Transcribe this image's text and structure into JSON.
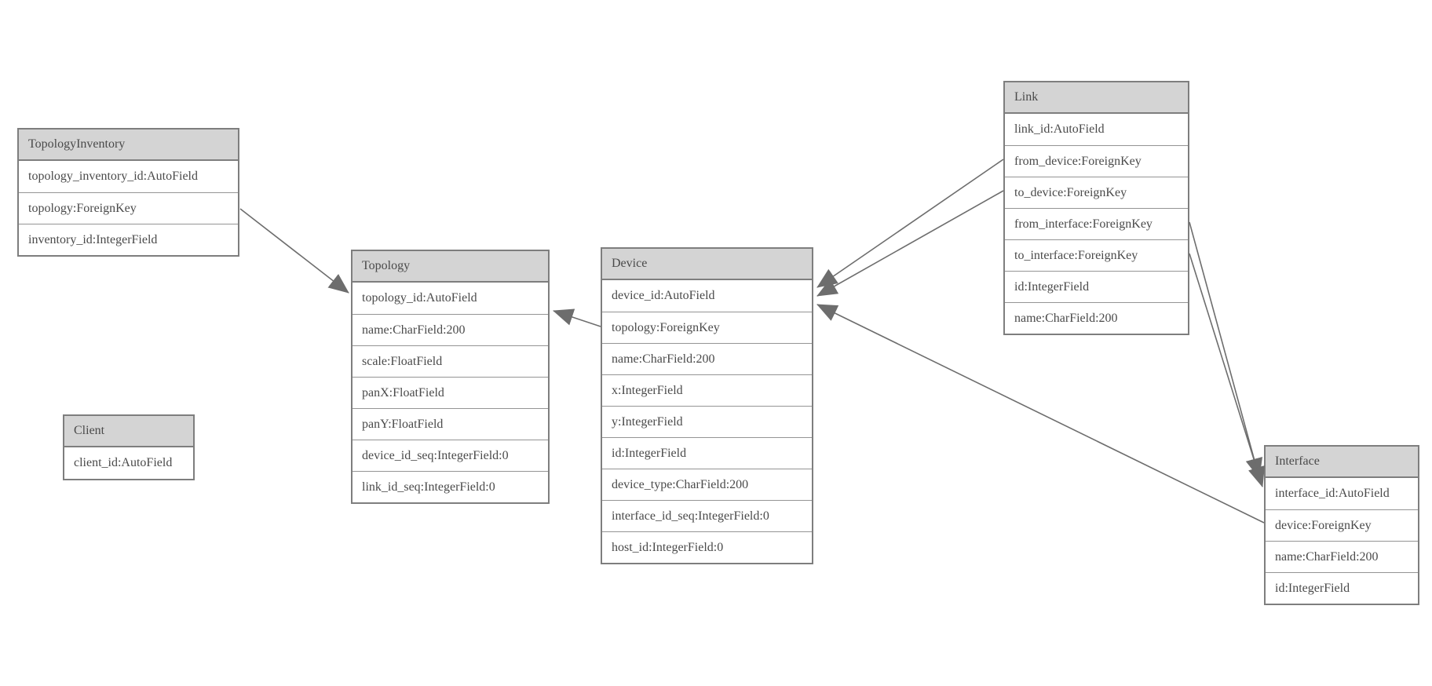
{
  "diagram": {
    "background_color": "#ffffff",
    "colors": {
      "header_fill": "#d4d4d4",
      "box_border": "#7e7e7e",
      "row_separator": "#949494",
      "relation_line": "#6d6d6d",
      "arrowhead_fill": "#6d6d6d",
      "text": "#4a4a4a"
    },
    "entities": {
      "topology_inventory": {
        "title": "TopologyInventory",
        "rows": [
          "topology_inventory_id:AutoField",
          "topology:ForeignKey",
          "inventory_id:IntegerField"
        ]
      },
      "topology": {
        "title": "Topology",
        "rows": [
          "topology_id:AutoField",
          "name:CharField:200",
          "scale:FloatField",
          "panX:FloatField",
          "panY:FloatField",
          "device_id_seq:IntegerField:0",
          "link_id_seq:IntegerField:0"
        ]
      },
      "client": {
        "title": "Client",
        "rows": [
          "client_id:AutoField"
        ]
      },
      "device": {
        "title": "Device",
        "rows": [
          "device_id:AutoField",
          "topology:ForeignKey",
          "name:CharField:200",
          "x:IntegerField",
          "y:IntegerField",
          "id:IntegerField",
          "device_type:CharField:200",
          "interface_id_seq:IntegerField:0",
          "host_id:IntegerField:0"
        ]
      },
      "link": {
        "title": "Link",
        "rows": [
          "link_id:AutoField",
          "from_device:ForeignKey",
          "to_device:ForeignKey",
          "from_interface:ForeignKey",
          "to_interface:ForeignKey",
          "id:IntegerField",
          "name:CharField:200"
        ]
      },
      "interface": {
        "title": "Interface",
        "rows": [
          "interface_id:AutoField",
          "device:ForeignKey",
          "name:CharField:200",
          "id:IntegerField"
        ]
      }
    },
    "relations": [
      {
        "from": "TopologyInventory.topology",
        "to": "Topology.topology_id"
      },
      {
        "from": "Device.topology",
        "to": "Topology.topology_id"
      },
      {
        "from": "Link.from_device",
        "to": "Device.device_id"
      },
      {
        "from": "Link.to_device",
        "to": "Device.device_id"
      },
      {
        "from": "Interface.device",
        "to": "Device.device_id"
      },
      {
        "from": "Link.from_interface",
        "to": "Interface.interface_id"
      },
      {
        "from": "Link.to_interface",
        "to": "Interface.interface_id"
      }
    ]
  }
}
